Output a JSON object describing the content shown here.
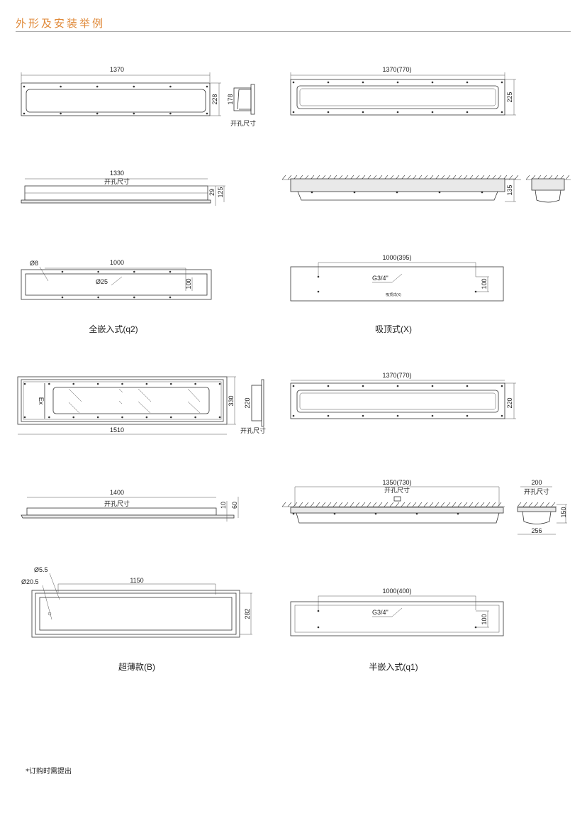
{
  "header": {
    "title": "外形及安装举例"
  },
  "cutout_label": "开孔尺寸",
  "q2": {
    "caption": "全嵌入式(q2)",
    "front": {
      "length": "1370",
      "height": "228",
      "cutout_height": "178"
    },
    "side": {
      "length": "1330",
      "dim_a": "29",
      "dim_b": "125"
    },
    "back": {
      "hole": "Ø8",
      "spacing": "1000",
      "gland": "Ø25",
      "vertical": "100"
    }
  },
  "x": {
    "caption": "吸顶式(X)",
    "front": {
      "length": "1370(770)",
      "height": "225"
    },
    "side": {
      "height": "135"
    },
    "back": {
      "spacing": "1000(395)",
      "thread": "G3/4\"",
      "vertical": "100",
      "label": "吸顶式(X)"
    }
  },
  "b": {
    "caption": "超薄款(B)",
    "front": {
      "ex_mark": "Ex",
      "length": "1510",
      "height": "330",
      "cutout_height": "220"
    },
    "side": {
      "length": "1400",
      "dim_a": "10",
      "dim_b": "60"
    },
    "back": {
      "hole_small": "Ø5.5",
      "hole_large": "Ø20.5",
      "spacing": "1150",
      "height": "282"
    }
  },
  "q1": {
    "caption": "半嵌入式(q1)",
    "front": {
      "length": "1370(770)",
      "height": "220"
    },
    "side": {
      "length": "1350(730)",
      "cut_width": "200",
      "width": "256",
      "height": "150"
    },
    "back": {
      "spacing": "1000(400)",
      "thread": "G3/4\"",
      "vertical": "100"
    }
  },
  "footer": {
    "note": "*订购时需提出"
  }
}
